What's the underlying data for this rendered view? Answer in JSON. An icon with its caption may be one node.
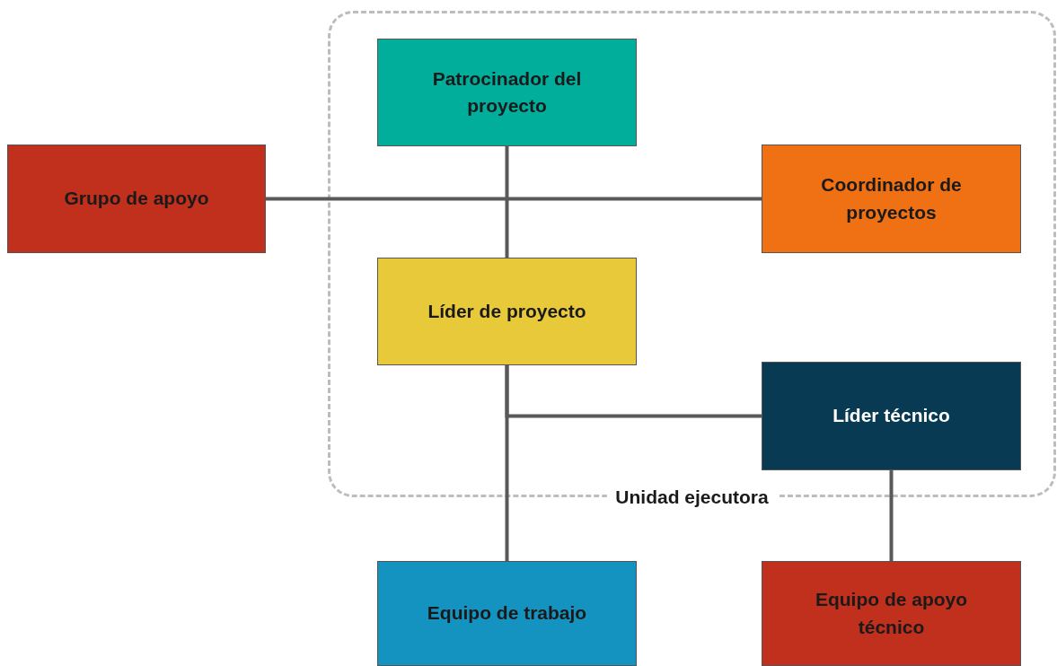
{
  "diagram": {
    "nodes": [
      {
        "text": [
          "Unidad ejecutora"
        ]
      },
      {
        "text": [
          "Patrocinador del proyecto"
        ],
        "in": 0
      },
      {
        "text": [
          "Grupo de apoyo"
        ]
      },
      {
        "text": [
          "Coordinador de proyectos"
        ],
        "in": 0
      },
      {
        "text": [
          "Líder de proyecto"
        ],
        "in": 0
      },
      {
        "text": [
          "Líder técnico"
        ],
        "in": 0
      },
      {
        "text": [
          "Equipo de trabajo"
        ]
      },
      {
        "text": [
          "Equipo de apoyo técnico"
        ]
      }
    ],
    "edges": [
      {
        "from": 1,
        "to": 4,
        "arrow": "none"
      },
      {
        "from": 2,
        "to": 3,
        "arrow": "none"
      },
      {
        "from": 4,
        "to": 5,
        "arrow": "none"
      },
      {
        "from": 4,
        "to": 6,
        "arrow": "none"
      },
      {
        "from": 5,
        "to": 7,
        "arrow": "none"
      }
    ]
  }
}
